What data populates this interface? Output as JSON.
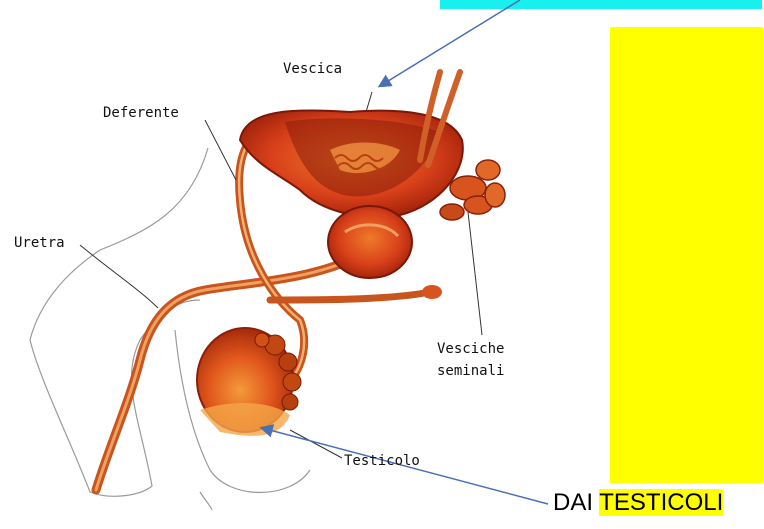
{
  "labels": {
    "vescica": "Vescica",
    "deferente": "Deferente",
    "uretra": "Uretra",
    "vesciche_line1": "Vesciche",
    "vesciche_line2": "seminali",
    "testicolo": "Testicolo"
  },
  "caption": {
    "prefix": "DAI",
    "highlight": "TESTICOLI"
  },
  "colors": {
    "cyan_box": "#18f0f0",
    "yellow_box": "#ffff00",
    "arrow": "#4a6fb5",
    "organ": "#d8401a",
    "organ_dark": "#8a1a08"
  }
}
